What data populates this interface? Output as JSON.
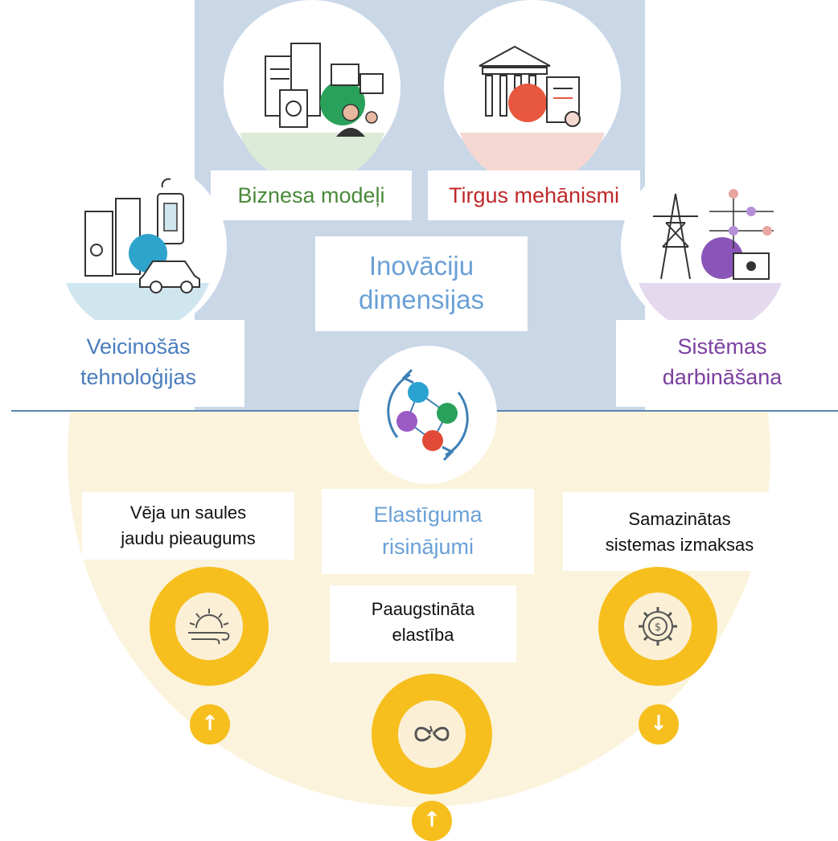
{
  "innovation": {
    "title_line1": "Inovāciju",
    "title_line2": "dimensijas",
    "dimensions": [
      {
        "id": "business",
        "label_line1": "Biznesa modeļi",
        "color": "#4a8a3a",
        "icon": "business-documents-meeting-icon"
      },
      {
        "id": "market",
        "label_line1": "Tirgus mehānismi",
        "color": "#c0292a",
        "icon": "market-institution-contract-icon"
      },
      {
        "id": "tech",
        "label_line1": "Veicinošās",
        "label_line2": "tehnoloģijas",
        "color": "#4a7dbd",
        "icon": "technology-battery-car-icon"
      },
      {
        "id": "system",
        "label_line1": "Sistēmas",
        "label_line2": "darbināšana",
        "color": "#7b3fa0",
        "icon": "grid-tower-network-icon"
      }
    ]
  },
  "flexibility": {
    "title_line1": "Elastīguma",
    "title_line2": "risinājumi",
    "title_color": "#6aa0d6",
    "center_icon": "circular-cycle-icon",
    "outcomes": [
      {
        "id": "renewables",
        "line1": "Vēja un saules",
        "line2": "jaudu pieaugums",
        "icon": "sun-wind-icon",
        "trend": "up",
        "arrow_glyph": "↑"
      },
      {
        "id": "flexibility",
        "line1": "Paaugstināta",
        "line2": "elastība",
        "icon": "flexibility-loop-icon",
        "trend": "up",
        "arrow_glyph": "↑"
      },
      {
        "id": "costs",
        "line1": "Samazinātas",
        "line2": "sistemas izmaksas",
        "icon": "cost-gear-icon",
        "trend": "down",
        "arrow_glyph": "↓"
      }
    ]
  },
  "colors": {
    "upper_background": "#c9d7e7",
    "lower_background": "#fbf3dc",
    "divider": "#5b84b0",
    "yellow": "#f6bf1e"
  }
}
